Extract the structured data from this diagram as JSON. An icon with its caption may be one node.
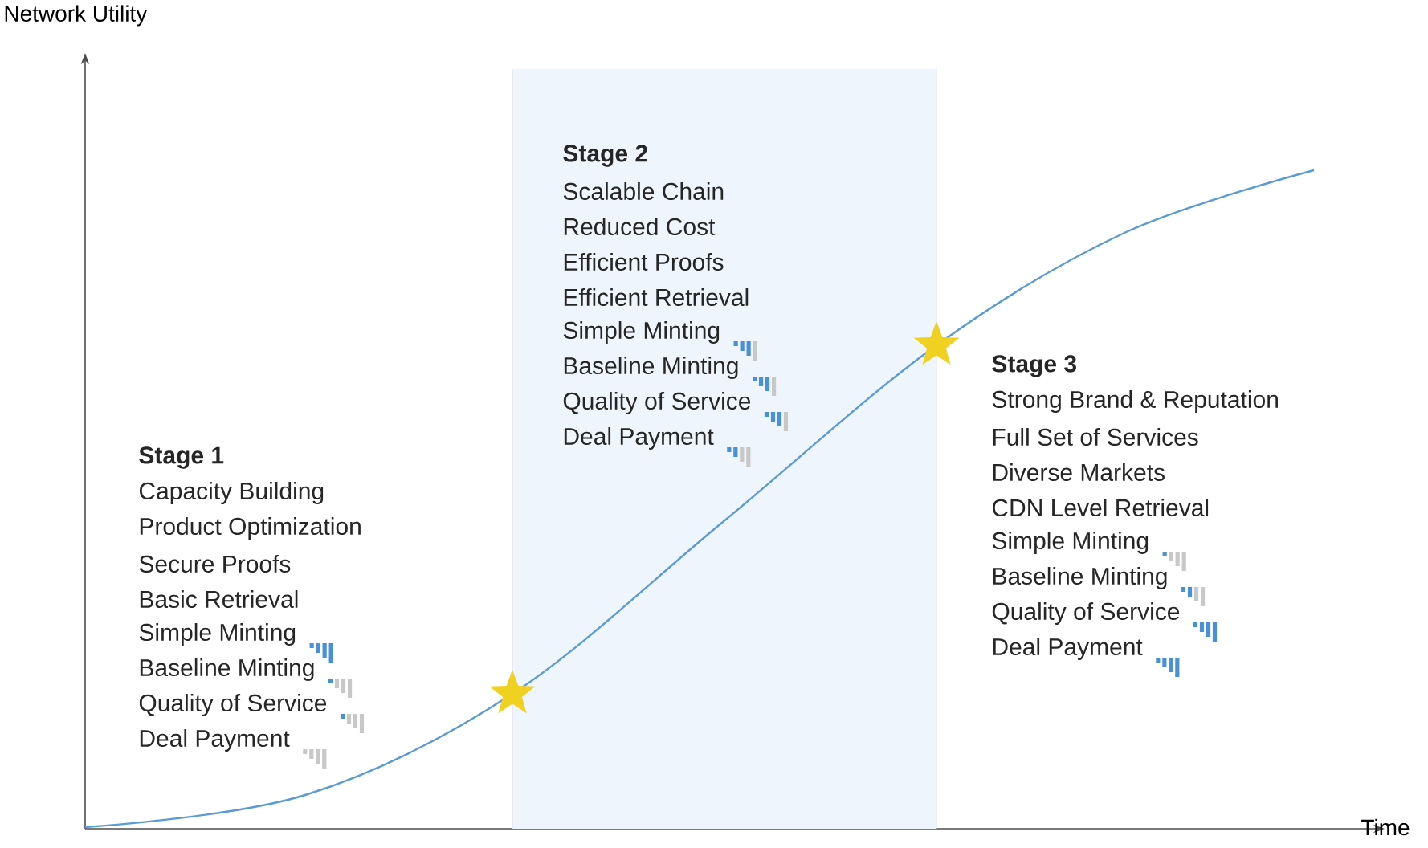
{
  "diagram": {
    "nodes": [
      {
        "text": [
          "Stage 2",
          "Scalable Chain",
          "Reduced Cost",
          "Efficient Proofs",
          "Efficient Retrieval",
          "Simple Minting",
          "Baseline Minting",
          "Quality of Service",
          "Deal Payment"
        ]
      }
    ],
    "edges": [],
    "labels": [
      "Network Utility",
      "Time",
      "Stage 1",
      "Capacity Building",
      "Product Optimization",
      "Secure Proofs",
      "Basic Retrieval",
      "Simple Minting",
      "Baseline Minting",
      "Quality of Service",
      "Deal Payment",
      "Stage 3",
      "Strong Brand & Reputation",
      "Full Set of Services",
      "Diverse Markets",
      "CDN Level Retrieval",
      "Simple Minting",
      "Baseline Minting",
      "Quality of Service",
      "Deal Payment"
    ]
  }
}
